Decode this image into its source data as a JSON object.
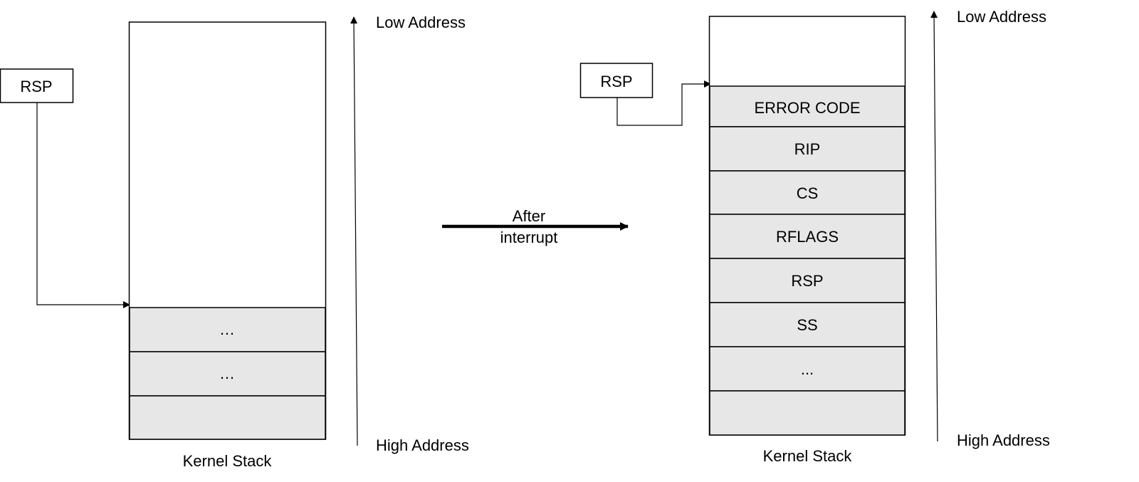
{
  "before": {
    "rsp_label": "RSP",
    "cells": [
      "…",
      "…",
      ""
    ],
    "caption": "Kernel Stack",
    "axis_top": "Low Address",
    "axis_bottom": "High Address"
  },
  "transition": {
    "line1": "After",
    "line2": "interrupt"
  },
  "after": {
    "rsp_label": "RSP",
    "cells": [
      "ERROR CODE",
      "RIP",
      "CS",
      "RFLAGS",
      "RSP",
      "SS",
      "...",
      ""
    ],
    "caption": "Kernel Stack",
    "axis_top": "Low Address",
    "axis_bottom": "High Address"
  },
  "colors": {
    "frame_fill": "#e7e7e7",
    "stroke": "#000000",
    "background": "#ffffff"
  }
}
